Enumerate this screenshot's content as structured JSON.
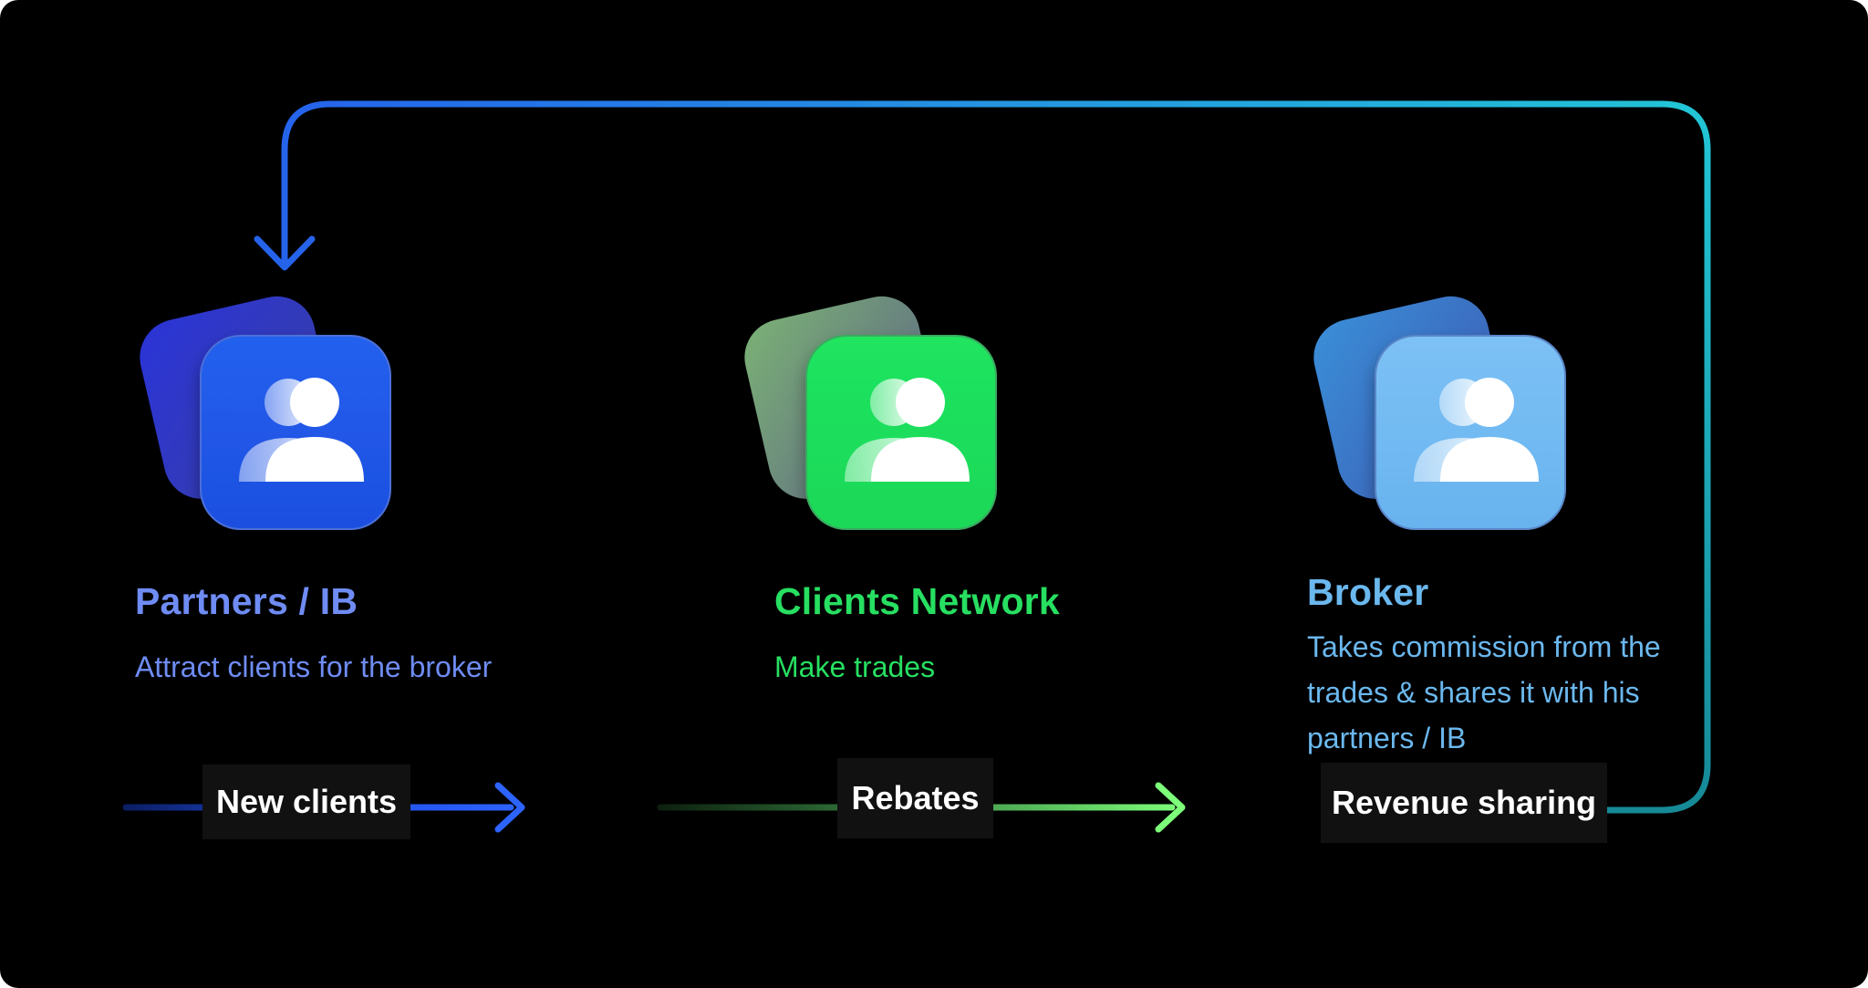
{
  "colors": {
    "background": "#000000",
    "partners": "#6f8cf4",
    "clients": "#27df61",
    "broker": "#6bb8ee",
    "label_bg": "#111111",
    "label_text": "#ffffff"
  },
  "nodes": [
    {
      "id": "partners",
      "title": "Partners / IB",
      "description": "Attract clients for the broker",
      "icon": "user-group-icon"
    },
    {
      "id": "clients",
      "title": "Clients Network",
      "description": "Make trades",
      "icon": "user-group-icon"
    },
    {
      "id": "broker",
      "title": "Broker",
      "description": "Takes commission from the trades & shares it with his partners / IB",
      "icon": "user-group-icon"
    }
  ],
  "flows": [
    {
      "from": "partners",
      "to": "clients",
      "label": "New clients"
    },
    {
      "from": "clients",
      "to": "broker",
      "label": "Rebates"
    },
    {
      "from": "broker",
      "to": "partners",
      "label": "Revenue sharing"
    }
  ]
}
